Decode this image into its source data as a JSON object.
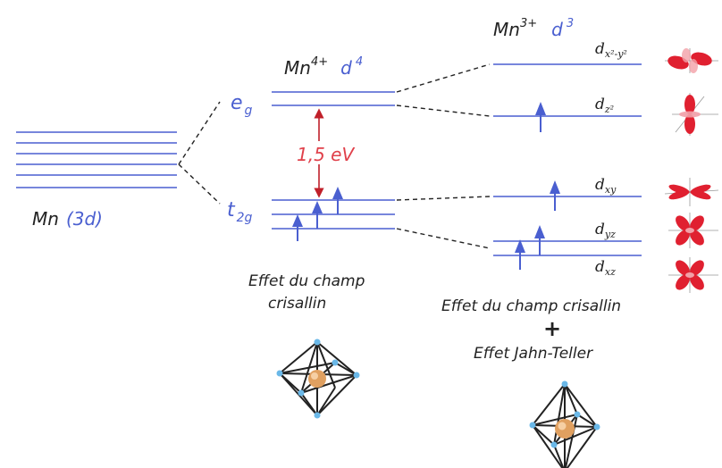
{
  "colors": {
    "level_line": "#4a5fd0",
    "arrow": "#4a5fd0",
    "gap_arrow": "#c0202a",
    "gap_text": "#e0404a",
    "label_dark": "#222222",
    "label_blue": "#4a5fd0",
    "dashed": "#222222",
    "metal_atom": "#e0a060",
    "ligand_atom": "#6ab8e8",
    "lobe_red": "#e02030"
  },
  "mn_3d": {
    "element": "Mn",
    "orbital": "(3d)"
  },
  "center": {
    "ion": "Mn",
    "charge": "4+",
    "config": "d",
    "electrons": "4",
    "eg_main": "e",
    "eg_sub": "g",
    "t2g_main": "t",
    "t2g_sub": "2g",
    "gap": "1,5 eV",
    "caption_line1": "Effet du champ",
    "caption_line2": "crisallin"
  },
  "right": {
    "ion": "Mn",
    "charge": "3+",
    "config": "d",
    "electrons": "3",
    "levels": [
      {
        "main": "d",
        "sub": "x²-y²"
      },
      {
        "main": "d",
        "sub": "z²"
      },
      {
        "main": "d",
        "sub": "xy"
      },
      {
        "main": "d",
        "sub": "yz"
      },
      {
        "main": "d",
        "sub": "xz"
      }
    ],
    "caption_line1": "Effet du champ  crisallin",
    "caption_plus": "+",
    "caption_line2": "Effet Jahn-Teller"
  }
}
